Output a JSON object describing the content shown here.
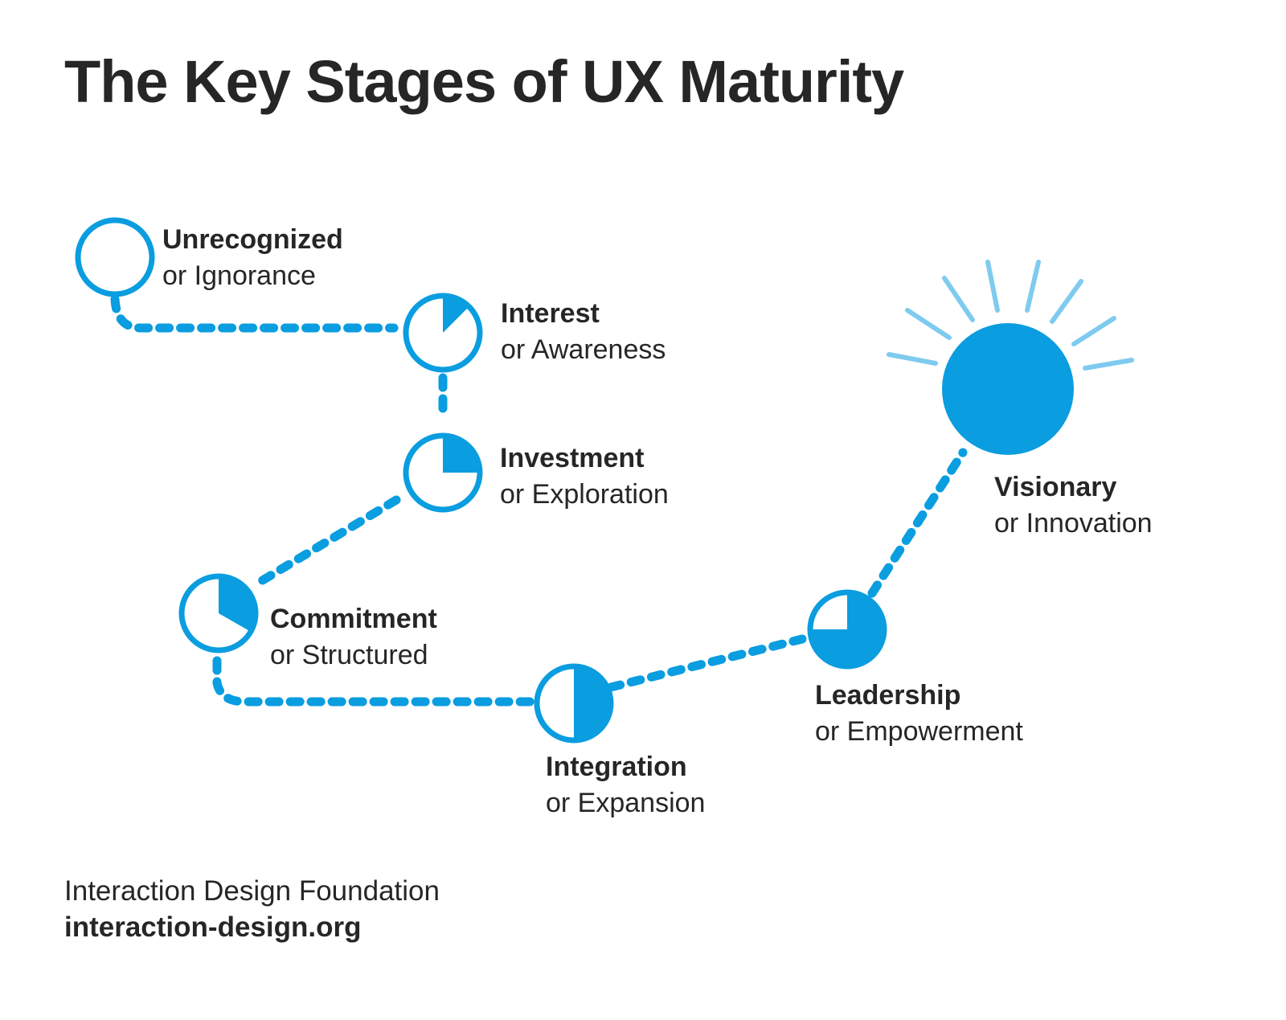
{
  "title": "The Key Stages of UX Maturity",
  "colors": {
    "accent": "#0a9de0",
    "ray": "#7ecbef",
    "text": "#262626",
    "background": "#ffffff"
  },
  "stages": [
    {
      "name": "Unrecognized",
      "alt": "or Ignorance",
      "fill": 0,
      "icon": "empty-circle-icon"
    },
    {
      "name": "Interest",
      "alt": "or Awareness",
      "fill": 0.125,
      "icon": "pie-eighth-icon"
    },
    {
      "name": "Investment",
      "alt": "or Exploration",
      "fill": 0.25,
      "icon": "pie-quarter-icon"
    },
    {
      "name": "Commitment",
      "alt": "or Structured",
      "fill": 0.333,
      "icon": "pie-third-icon"
    },
    {
      "name": "Integration",
      "alt": "or Expansion",
      "fill": 0.5,
      "icon": "pie-half-icon"
    },
    {
      "name": "Leadership",
      "alt": "or Empowerment",
      "fill": 0.75,
      "icon": "pie-three-quarter-icon"
    },
    {
      "name": "Visionary",
      "alt": "or Innovation",
      "fill": 1,
      "icon": "sun-icon"
    }
  ],
  "footer": {
    "organization": "Interaction Design Foundation",
    "url": "interaction-design.org"
  }
}
